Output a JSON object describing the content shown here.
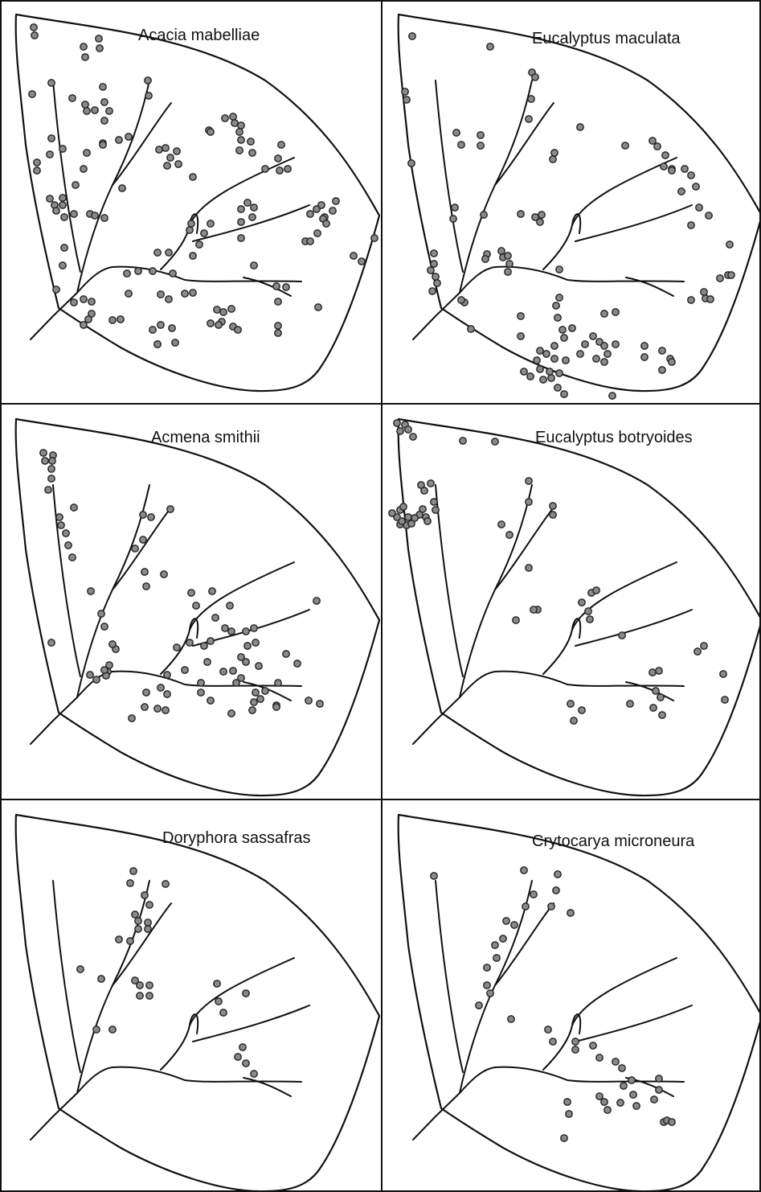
{
  "figure": {
    "panels": [
      {
        "species": "Acacia mabelliae"
      },
      {
        "species": "Eucalyptus maculata"
      },
      {
        "species": "Acmena smithii"
      },
      {
        "species": "Eucalyptus botryoides"
      },
      {
        "species": "Doryphora sassafras"
      },
      {
        "species": "Crytocarya microneura"
      }
    ]
  }
}
